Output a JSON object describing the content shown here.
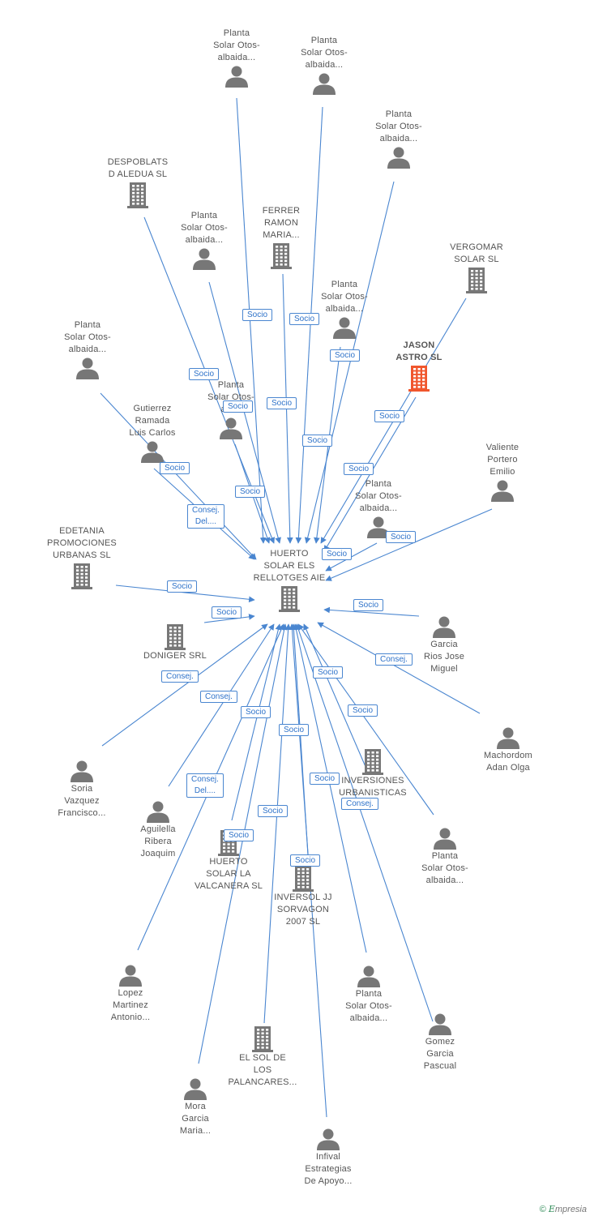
{
  "colors": {
    "edge": "#4a86d0",
    "person": "#777777",
    "company": "#777777",
    "focus": "#f0562d"
  },
  "center": {
    "id": "huerto",
    "label": "HUERTO\nSOLAR ELS\nRELLOTGES AIE"
  },
  "nodes": [
    {
      "id": "n1",
      "type": "person",
      "label": "Planta\nSolar Otos-\nalbaida..."
    },
    {
      "id": "n2",
      "type": "person",
      "label": "Planta\nSolar Otos-\nalbaida..."
    },
    {
      "id": "n3",
      "type": "person",
      "label": "Planta\nSolar Otos-\nalbaida..."
    },
    {
      "id": "n4",
      "type": "company",
      "label": "DESPOBLATS\nD ALEDUA SL"
    },
    {
      "id": "n5",
      "type": "person",
      "label": "Planta\nSolar Otos-\nalbaida..."
    },
    {
      "id": "n6",
      "type": "company",
      "label": "FERRER\nRAMON\nMARIA..."
    },
    {
      "id": "n7",
      "type": "company",
      "label": "VERGOMAR\nSOLAR SL"
    },
    {
      "id": "n8",
      "type": "person",
      "label": "Planta\nSolar Otos-\nalbaida..."
    },
    {
      "id": "n9",
      "type": "focus",
      "label": "JASON\nASTRO SL"
    },
    {
      "id": "n10",
      "type": "person",
      "label": "Planta\nSolar Otos-\nalbaida..."
    },
    {
      "id": "n11",
      "type": "person",
      "label": "Planta\nSolar Otos-\nalb..."
    },
    {
      "id": "n12",
      "type": "person",
      "label": "Gutierrez\nRamada\nLuis Carlos"
    },
    {
      "id": "n13",
      "type": "person",
      "label": "Valiente\nPortero\nEmilio"
    },
    {
      "id": "n14",
      "type": "person",
      "label": "Planta\nSolar Otos-\nalbaida..."
    },
    {
      "id": "n15",
      "type": "company",
      "label": "EDETANIA\nPROMOCIONES\nURBANAS SL"
    },
    {
      "id": "n16",
      "type": "company",
      "label": "DONIGER SRL"
    },
    {
      "id": "n17",
      "type": "person",
      "label": "Garcia\nRios Jose\nMiguel"
    },
    {
      "id": "n18",
      "type": "person",
      "label": "Machordom\nAdan Olga"
    },
    {
      "id": "n19",
      "type": "person",
      "label": "Soria\nVazquez\nFrancisco..."
    },
    {
      "id": "n20",
      "type": "company",
      "label": "INVERSIONES\nURBANISTICAS\n..."
    },
    {
      "id": "n21",
      "type": "person",
      "label": "Aguilella\nRibera\nJoaquim"
    },
    {
      "id": "n22",
      "type": "company",
      "label": "HUERTO\nSOLAR LA\nVALCANERA SL"
    },
    {
      "id": "n23",
      "type": "company",
      "label": "INVERSOL JJ\nSORVAGON\n2007 SL"
    },
    {
      "id": "n24",
      "type": "person",
      "label": "Planta\nSolar Otos-\nalbaida..."
    },
    {
      "id": "n25",
      "type": "person",
      "label": "Lopez\nMartinez\nAntonio..."
    },
    {
      "id": "n26",
      "type": "person",
      "label": "Planta\nSolar Otos-\nalbaida..."
    },
    {
      "id": "n27",
      "type": "company",
      "label": "EL SOL DE\nLOS\nPALANCARES..."
    },
    {
      "id": "n28",
      "type": "person",
      "label": "Gomez\nGarcia\nPascual"
    },
    {
      "id": "n29",
      "type": "person",
      "label": "Mora\nGarcia\nMaria..."
    },
    {
      "id": "n30",
      "type": "person",
      "label": "Infival\nEstrategias\nDe Apoyo..."
    }
  ],
  "edge_labels": [
    {
      "id": "e1",
      "text": "Socio"
    },
    {
      "id": "e2",
      "text": "Socio"
    },
    {
      "id": "e3",
      "text": "Socio"
    },
    {
      "id": "e4",
      "text": "Socio"
    },
    {
      "id": "e5",
      "text": "Socio"
    },
    {
      "id": "e6",
      "text": "Socio"
    },
    {
      "id": "e7",
      "text": "Socio"
    },
    {
      "id": "e8",
      "text": "Socio"
    },
    {
      "id": "e9",
      "text": "Socio"
    },
    {
      "id": "e10",
      "text": "Socio"
    },
    {
      "id": "e11",
      "text": "Socio"
    },
    {
      "id": "e12",
      "text": "Consej.\nDel...."
    },
    {
      "id": "e13",
      "text": "Socio"
    },
    {
      "id": "e14",
      "text": "Socio"
    },
    {
      "id": "e15",
      "text": "Socio"
    },
    {
      "id": "e16",
      "text": "Socio"
    },
    {
      "id": "e17",
      "text": "Socio"
    },
    {
      "id": "e18",
      "text": "Consej."
    },
    {
      "id": "e19",
      "text": "Consej."
    },
    {
      "id": "e20",
      "text": "Consej."
    },
    {
      "id": "e21",
      "text": "Socio"
    },
    {
      "id": "e22",
      "text": "Socio"
    },
    {
      "id": "e23",
      "text": "Socio"
    },
    {
      "id": "e24",
      "text": "Consej.\nDel...."
    },
    {
      "id": "e25",
      "text": "Socio"
    },
    {
      "id": "e26",
      "text": "Consej."
    },
    {
      "id": "e27",
      "text": "Socio"
    },
    {
      "id": "e28",
      "text": "Socio"
    },
    {
      "id": "e29",
      "text": "Socio"
    },
    {
      "id": "e30",
      "text": "Socio"
    }
  ],
  "footer": {
    "copyright": "©",
    "brand_initial": "E",
    "brand_rest": "mpresia"
  }
}
